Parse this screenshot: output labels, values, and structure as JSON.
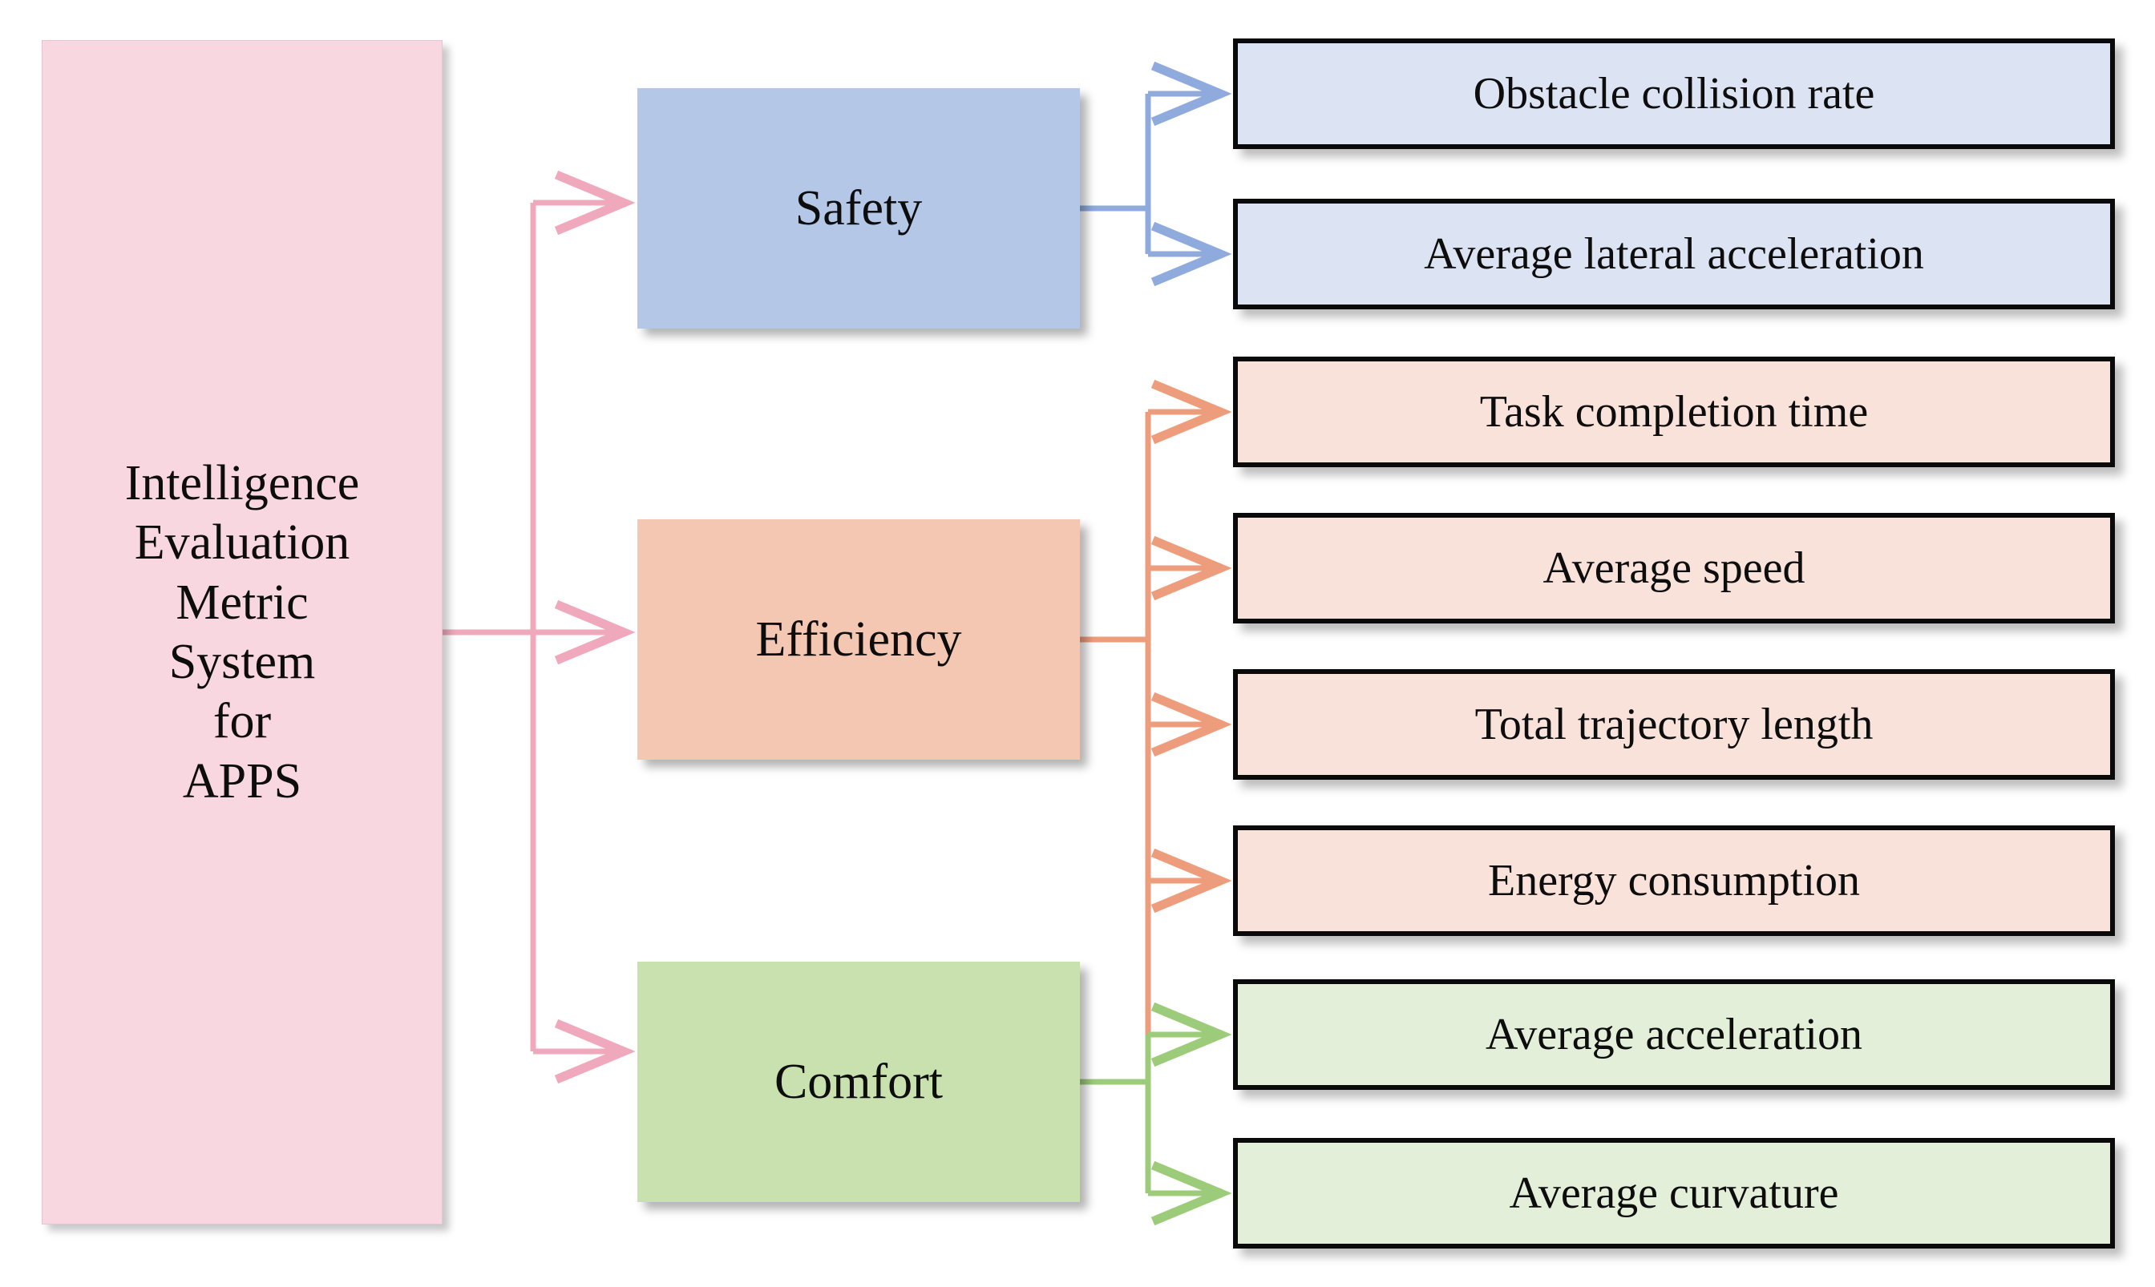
{
  "diagram": {
    "root": {
      "label": "Intelligence\nEvaluation\nMetric\nSystem\nfor\nAPPS",
      "color": "#F8D7E1"
    },
    "categories": [
      {
        "id": "safety",
        "label": "Safety",
        "color": "#B4C7E7",
        "arrow_color": "#8FAADC"
      },
      {
        "id": "efficiency",
        "label": "Efficiency",
        "color": "#F4C7B2",
        "arrow_color": "#ED9D7C"
      },
      {
        "id": "comfort",
        "label": "Comfort",
        "color": "#C9E0AF",
        "arrow_color": "#9CCB7A"
      }
    ],
    "root_arrow_color": "#EFA8BC",
    "metrics": [
      {
        "id": "obstacle-collision-rate",
        "label": "Obstacle collision rate",
        "parent": "safety",
        "color": "#DCE3F2"
      },
      {
        "id": "average-lateral-acceleration",
        "label": "Average lateral acceleration",
        "parent": "safety",
        "color": "#DCE3F2"
      },
      {
        "id": "task-completion-time",
        "label": "Task completion time",
        "parent": "efficiency",
        "color": "#F8E2DA"
      },
      {
        "id": "average-speed",
        "label": "Average speed",
        "parent": "efficiency",
        "color": "#F8E2DA"
      },
      {
        "id": "total-trajectory-length",
        "label": "Total trajectory length",
        "parent": "efficiency",
        "color": "#F8E2DA"
      },
      {
        "id": "energy-consumption",
        "label": "Energy consumption",
        "parent": "efficiency",
        "color": "#F8E2DA"
      },
      {
        "id": "average-acceleration",
        "label": "Average acceleration",
        "parent": "comfort",
        "color": "#E3EFD8"
      },
      {
        "id": "average-curvature",
        "label": "Average curvature",
        "parent": "comfort",
        "color": "#E3EFD8"
      }
    ]
  }
}
